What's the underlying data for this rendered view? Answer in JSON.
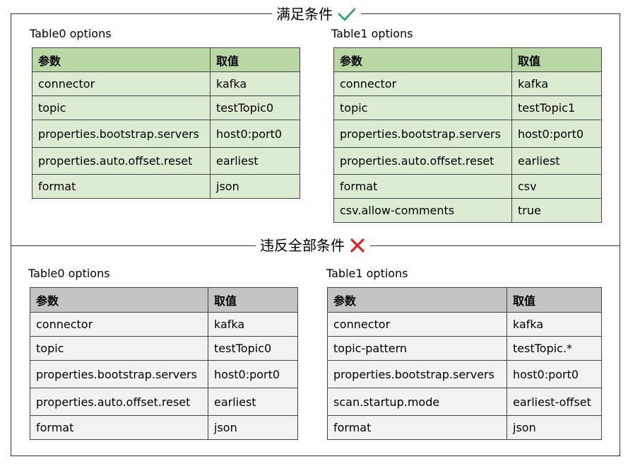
{
  "sections": {
    "satisfy": {
      "title": "满足条件",
      "icon": "check-icon",
      "icon_color": "#22a05a",
      "tables": [
        {
          "label": "Table0 options",
          "header": [
            "参数",
            "取值"
          ],
          "rows": [
            [
              "connector",
              "kafka"
            ],
            [
              "topic",
              "testTopic0"
            ],
            [
              "properties.bootstrap.servers",
              "host0:port0"
            ],
            [
              "properties.auto.offset.reset",
              "earliest"
            ],
            [
              "format",
              "json"
            ]
          ]
        },
        {
          "label": "Table1 options",
          "header": [
            "参数",
            "取值"
          ],
          "rows": [
            [
              "connector",
              "kafka"
            ],
            [
              "topic",
              "testTopic1"
            ],
            [
              "properties.bootstrap.servers",
              "host0:port0"
            ],
            [
              "properties.auto.offset.reset",
              "earliest"
            ],
            [
              "format",
              "csv"
            ],
            [
              "csv.allow-comments",
              "true"
            ]
          ]
        }
      ]
    },
    "violate": {
      "title": "违反全部条件",
      "icon": "cross-icon",
      "icon_color": "#e02020",
      "tables": [
        {
          "label": "Table0 options",
          "header": [
            "参数",
            "取值"
          ],
          "rows": [
            [
              "connector",
              "kafka"
            ],
            [
              "topic",
              "testTopic0"
            ],
            [
              "properties.bootstrap.servers",
              "host0:port0"
            ],
            [
              "properties.auto.offset.reset",
              "earliest"
            ],
            [
              "format",
              "json"
            ]
          ]
        },
        {
          "label": "Table1 options",
          "header": [
            "参数",
            "取值"
          ],
          "rows": [
            [
              "connector",
              "kafka"
            ],
            [
              "topic-pattern",
              "testTopic.*"
            ],
            [
              "properties.bootstrap.servers",
              "host0:port0"
            ],
            [
              "scan.startup.mode",
              "earliest-offset"
            ],
            [
              "format",
              "json"
            ]
          ]
        }
      ]
    }
  }
}
